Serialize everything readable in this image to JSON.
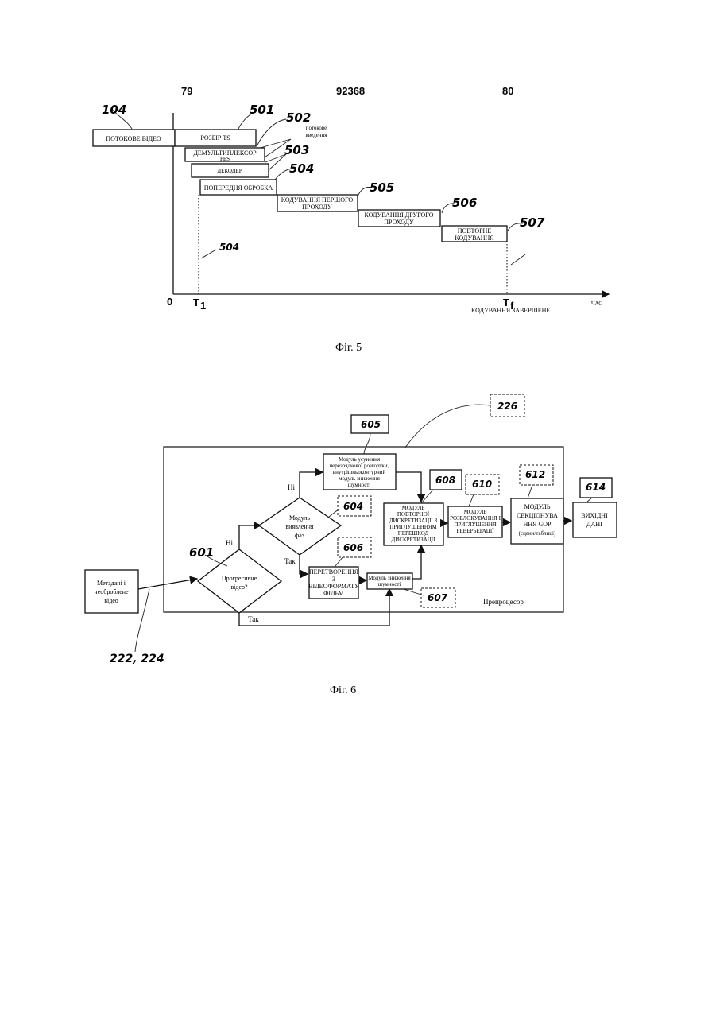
{
  "header": {
    "left": "79",
    "center": "92368",
    "right": "80"
  },
  "fig5": {
    "caption": "Фіг. 5",
    "ref_104": "104",
    "streaming_video": "ПОТОКОВЕ ВІДЕО",
    "parse_ts": "РОЗБІР TS",
    "ref_501": "501",
    "ref_502": "502",
    "streaming_input_1": "потокове",
    "streaming_input_2": "введення",
    "demux_1": "ДЕМУЛЬТИПЛЕКСОР",
    "demux_2": "PES",
    "ref_503": "503",
    "decoder": "ДЕКОДЕР",
    "ref_504": "504",
    "preproc": "ПОПЕРЕДНЯ ОБРОБКА",
    "first_pass_1": "КОДУВАННЯ ПЕРШОГО",
    "first_pass_2": "ПРОХОДУ",
    "ref_505": "505",
    "second_pass_1": "КОДУВАННЯ ДРУГОГО",
    "second_pass_2": "ПРОХОДУ",
    "ref_506": "506",
    "reencode_1": "ПОВТОРНЕ",
    "reencode_2": "КОДУВАННЯ",
    "ref_507": "507",
    "ref_504b": "504",
    "axis_zero": "0",
    "t1": "T",
    "t1_sub": "1",
    "tf": "T",
    "tf_sub": "f",
    "time_label": "ЧАС",
    "done_label": "КОДУВАННЯ ЗАВЕРШЕНЕ"
  },
  "fig6": {
    "caption": "Фіг. 6",
    "ref_226": "226",
    "ref_605": "605",
    "deint_1": "Модуль усунення",
    "deint_2": "черезрядкової розгортки,",
    "deint_3": "внутрішньоконтурний",
    "deint_4": "модуль зниження",
    "deint_5": "шумності",
    "no_top": "Ні",
    "phase_1": "Модуль",
    "phase_2": "виявлення",
    "phase_3": "фаз",
    "ref_604": "604",
    "no_left": "Ні",
    "ref_601": "601",
    "prog_1": "Прогресивне",
    "prog_2": "відео?",
    "yes_mid": "Так",
    "film_1": "ПЕРЕТВОРЕННЯ",
    "film_2": "З",
    "film_3": "ВІДЕОФОРМАТУ",
    "film_4": "ФІЛЬМ",
    "ref_606": "606",
    "noise_1": "Модуль зниження",
    "noise_2": "шумності",
    "ref_607": "607",
    "ref_608": "608",
    "resample_1": "МОДУЛЬ",
    "resample_2": "ПОВТОРНОЇ",
    "resample_3": "ДИСКРЕТИЗАЦІЇ З",
    "resample_4": "ПРИГЛУШЕННЯМ",
    "resample_5": "ПЕРЕШКОД",
    "resample_6": "ДИСКРЕТИЗАЦІЇ",
    "ref_610": "610",
    "deblock_1": "МОДУЛЬ",
    "deblock_2": "РОЗБЛОКУВАННЯ І",
    "deblock_3": "ПРИГЛУШЕННЯ",
    "deblock_4": "РЕВЕРБЕРАЦІЇ",
    "ref_612": "612",
    "gop_1": "МОДУЛЬ",
    "gop_2": "СЕКЦІОНУВА",
    "gop_3": "ННЯ GOP",
    "gop_4": "(сцени/таблиці)",
    "ref_614": "614",
    "out_1": "ВИХІДНІ",
    "out_2": "ДАНІ",
    "meta_1": "Метадані і",
    "meta_2": "необроблене",
    "meta_3": "відео",
    "preprocessor": "Препроцесор",
    "yes_bottom": "Так",
    "ref_222": "222, 224"
  }
}
